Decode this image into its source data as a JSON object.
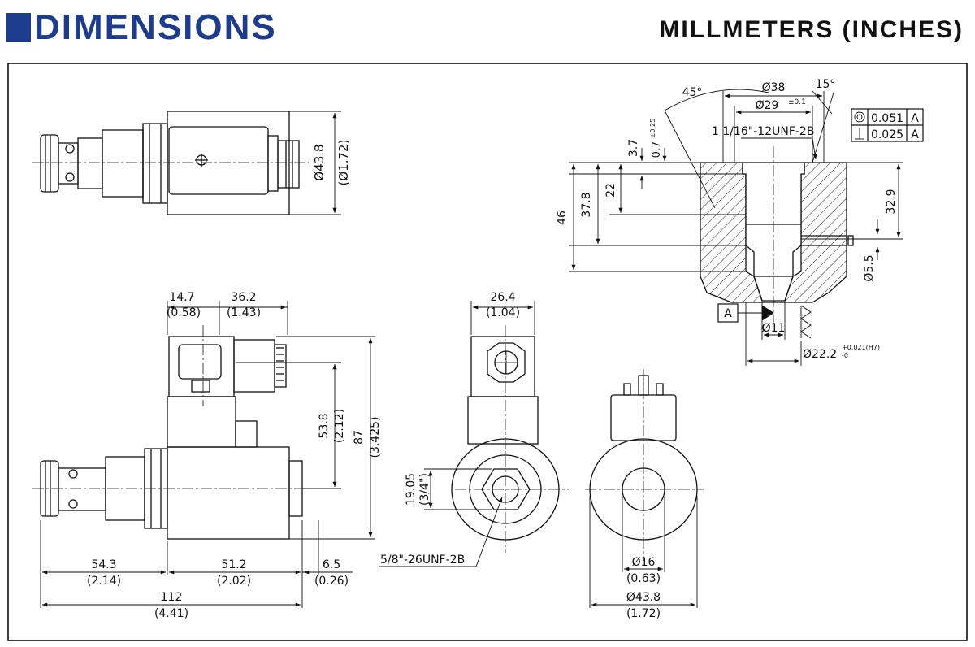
{
  "header": {
    "title": "DIMENSIONS",
    "units": "MILLMETERS (INCHES)"
  },
  "top_view": {
    "dia_mm": "Ø43.8",
    "dia_in": "(Ø1.72)"
  },
  "side_view": {
    "d1_mm": "14.7",
    "d1_in": "(0.58)",
    "d2_mm": "36.2",
    "d2_in": "(1.43)",
    "h1_mm": "53.8",
    "h1_in": "(2.12)",
    "h2_mm": "87",
    "h2_in": "(3.425)",
    "l1_mm": "54.3",
    "l1_in": "(2.14)",
    "l2_mm": "51.2",
    "l2_in": "(2.02)",
    "l3_mm": "6.5",
    "l3_in": "(0.26)",
    "total_mm": "112",
    "total_in": "(4.41)"
  },
  "front_view": {
    "w_mm": "26.4",
    "w_in": "(1.04)",
    "h_mm": "19.05",
    "h_in": "(3/4\")",
    "thread": "5/8\"-26UNF-2B"
  },
  "coil_view": {
    "bore_mm": "Ø16",
    "bore_in": "(0.63)",
    "od_mm": "Ø43.8",
    "od_in": "(1.72)"
  },
  "cavity": {
    "angle_left": "45°",
    "angle_right": "15°",
    "dia_38": "Ø38",
    "dia_29": "Ø29",
    "dia_29_tol": "±0.1",
    "thread": "1 1/16\"-12UNF-2B",
    "tol1_val": "0.051",
    "tol1_ref": "A",
    "tol2_val": "0.025",
    "tol2_ref": "A",
    "d_3_7": "3.7",
    "d_0_7": "0.7",
    "d_0_7_tol": "±0.25",
    "d_46": "46",
    "d_37_8": "37.8",
    "d_22": "22",
    "d_32_9": "32.9",
    "d_5_5": "Ø5.5",
    "datum": "A",
    "dia_11": "Ø11",
    "dia_22_2": "Ø22.2",
    "dia_22_2_tol": "+0.021(H7)",
    "dia_22_2_tol_lo": "-0"
  }
}
